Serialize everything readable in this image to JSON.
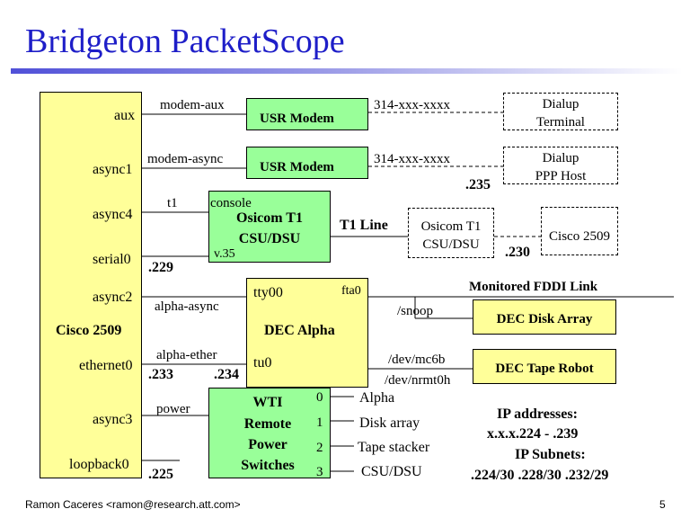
{
  "title": "Bridgeton PacketScope",
  "cisco_left": {
    "name": "Cisco 2509",
    "ports": [
      "aux",
      "async1",
      "async4",
      "serial0",
      "async2",
      "ethernet0",
      "async3",
      "loopback0"
    ]
  },
  "links": {
    "modem_aux": "modem-aux",
    "modem_async": "modem-async",
    "t1": "t1",
    "console": "console",
    "v35": "v.35",
    "alpha_async": "alpha-async",
    "alpha_ether": "alpha-ether",
    "power": "power",
    "snoop": "/snoop",
    "mc6b": "/dev/mc6b",
    "nrmt0h": "/dev/nrmt0h",
    "phone1": "314-xxx-xxxx",
    "phone2": "314-xxx-xxxx"
  },
  "addresses": {
    "a229": ".229",
    "a233": ".233",
    "a234": ".234",
    "a225": ".225",
    "a235": ".235",
    "a230": ".230"
  },
  "modem1": "USR Modem",
  "modem2": "USR Modem",
  "csu": {
    "line1": "Osicom T1",
    "line2": "CSU/DSU"
  },
  "t1_line": "T1 Line",
  "remote_csu": {
    "line1": "Osicom T1",
    "line2": "CSU/DSU"
  },
  "remote_cisco": "Cisco 2509",
  "dialup_terminal": {
    "line1": "Dialup",
    "line2": "Terminal"
  },
  "dialup_ppp": {
    "line1": "Dialup",
    "line2": "PPP Host"
  },
  "alpha": {
    "tty": "tty00",
    "fta": "fta0",
    "name": "DEC Alpha",
    "tu": "tu0"
  },
  "fddi_label": "Monitored FDDI Link",
  "disk_array": "DEC Disk Array",
  "tape_robot": "DEC Tape Robot",
  "wti": {
    "l1": "WTI",
    "l2": "Remote",
    "l3": "Power",
    "l4": "Switches"
  },
  "outlets": [
    {
      "num": "0",
      "label": "Alpha"
    },
    {
      "num": "1",
      "label": "Disk array"
    },
    {
      "num": "2",
      "label": "Tape stacker"
    },
    {
      "num": "3",
      "label": "CSU/DSU"
    }
  ],
  "ip": {
    "h1": "IP addresses:",
    "v1": "x.x.x.224  -  .239",
    "h2": "IP Subnets:",
    "v2": ".224/30  .228/30  .232/29"
  },
  "footer": {
    "author": "Ramon Caceres <ramon@research.att.com>",
    "page": "5"
  }
}
